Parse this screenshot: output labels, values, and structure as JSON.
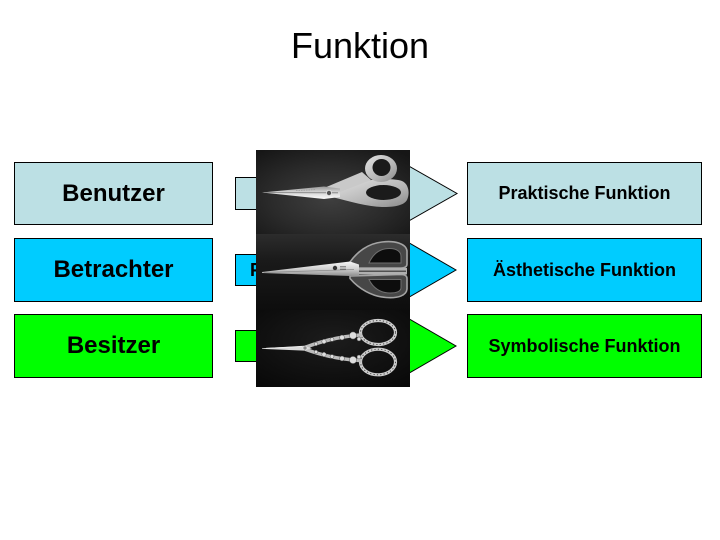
{
  "slide": {
    "title": "Funktion",
    "rows": [
      {
        "actor": "Benutzer",
        "function": "Praktische Funktion",
        "color": "#BCE0E4",
        "photo": "tailor-shears"
      },
      {
        "actor": "Betrachter",
        "arrow_label": "F",
        "function": "Ästhetische Funktion",
        "color": "#00CCFF",
        "photo": "household-scissors"
      },
      {
        "actor": "Besitzer",
        "function": "Symbolische Funktion",
        "color": "#00FF00",
        "photo": "ornate-scissors"
      }
    ]
  }
}
